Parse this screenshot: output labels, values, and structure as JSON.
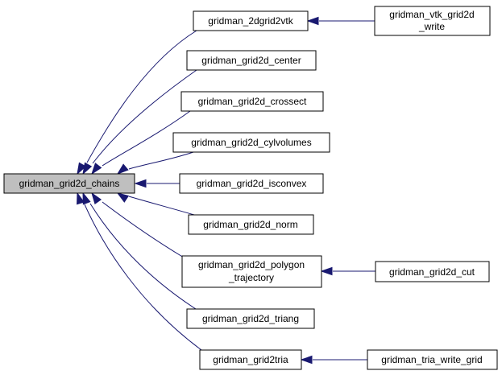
{
  "graph": {
    "nodes": {
      "chains": {
        "lines": [
          "gridman_grid2d_chains"
        ],
        "fill": "#bfbfbf"
      },
      "2dgrid2vtk": {
        "lines": [
          "gridman_2dgrid2vtk"
        ],
        "fill": "#ffffff"
      },
      "vtk_write": {
        "lines": [
          "gridman_vtk_grid2d",
          "_write"
        ],
        "fill": "#ffffff"
      },
      "center": {
        "lines": [
          "gridman_grid2d_center"
        ],
        "fill": "#ffffff"
      },
      "crossect": {
        "lines": [
          "gridman_grid2d_crossect"
        ],
        "fill": "#ffffff"
      },
      "cylvolumes": {
        "lines": [
          "gridman_grid2d_cylvolumes"
        ],
        "fill": "#ffffff"
      },
      "isconvex": {
        "lines": [
          "gridman_grid2d_isconvex"
        ],
        "fill": "#ffffff"
      },
      "norm": {
        "lines": [
          "gridman_grid2d_norm"
        ],
        "fill": "#ffffff"
      },
      "polygon": {
        "lines": [
          "gridman_grid2d_polygon",
          "_trajectory"
        ],
        "fill": "#ffffff"
      },
      "cut": {
        "lines": [
          "gridman_grid2d_cut"
        ],
        "fill": "#ffffff"
      },
      "triang": {
        "lines": [
          "gridman_grid2d_triang"
        ],
        "fill": "#ffffff"
      },
      "grid2tria": {
        "lines": [
          "gridman_grid2tria"
        ],
        "fill": "#ffffff"
      },
      "tria_write": {
        "lines": [
          "gridman_tria_write_grid"
        ],
        "fill": "#ffffff"
      }
    },
    "edges": [
      {
        "from": "2dgrid2vtk",
        "to": "chains"
      },
      {
        "from": "center",
        "to": "chains"
      },
      {
        "from": "crossect",
        "to": "chains"
      },
      {
        "from": "cylvolumes",
        "to": "chains"
      },
      {
        "from": "isconvex",
        "to": "chains"
      },
      {
        "from": "norm",
        "to": "chains"
      },
      {
        "from": "polygon",
        "to": "chains"
      },
      {
        "from": "triang",
        "to": "chains"
      },
      {
        "from": "grid2tria",
        "to": "chains"
      },
      {
        "from": "vtk_write",
        "to": "2dgrid2vtk"
      },
      {
        "from": "cut",
        "to": "polygon"
      },
      {
        "from": "tria_write",
        "to": "grid2tria"
      }
    ],
    "edge_color": "#191970"
  }
}
